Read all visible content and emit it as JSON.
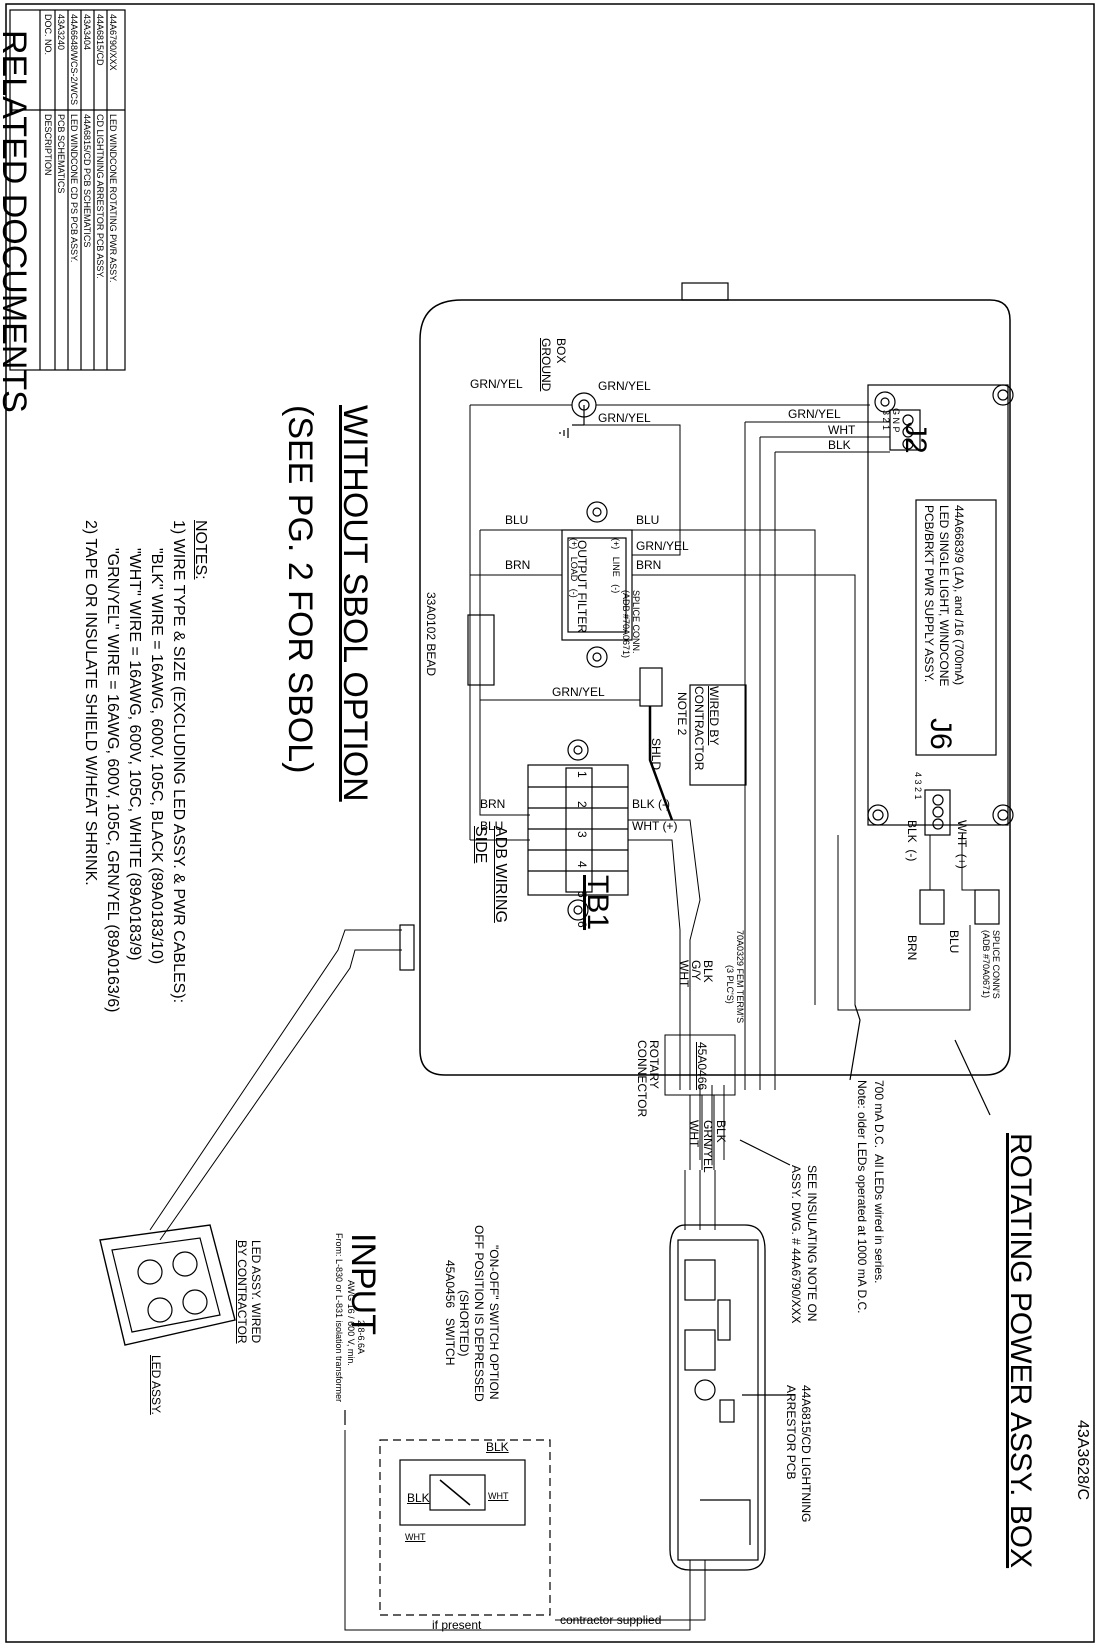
{
  "related_documents": {
    "title": "RELATED DOCUMENTS",
    "header_doc": "DOC. NO.",
    "header_desc": "DESCRIPTION",
    "rows": [
      {
        "doc": "44A6790/XXX",
        "desc": "LED WINDCONE ROTATING PWR ASSY."
      },
      {
        "doc": "44A6815/CD",
        "desc": "CD LIGHTNING ARRESTOR PCB ASSY."
      },
      {
        "doc": "43A3404",
        "desc": "44A6815/CD PCB SCHEMATICS"
      },
      {
        "doc": "44A6648/WCS-2/WCS",
        "desc": "LED WINDCONE CD PS PCB ASSY."
      },
      {
        "doc": "43A3240",
        "desc": "PCB SCHEMATICS"
      }
    ]
  },
  "headings": {
    "without_sbol": "WITHOUT SBOL OPTION",
    "see_pg2": "(SEE PG. 2 FOR SBOL)",
    "box_title": "ROTATING POWER ASSY. BOX",
    "input": "INPUT",
    "drawing_no": "43A3628/C"
  },
  "notes": {
    "title": "NOTES:",
    "lines": [
      "1) WIRE TYPE & SIZE (EXCLUDING LED ASSY. & PWR CABLES):",
      "\"BLK\" WIRE = 16AWG, 600V, 105C, BLACK (89A0183/10)",
      "\"WHT\" WIRE = 16AWG, 600V, 105C, WHITE (89A0183/9)",
      "\"GRN/YEL\" WIRE = 16AWG, 600V, 105C, GRN/YEL (89A0163/6)",
      "2) TAPE OR INSULATE SHIELD W/HEAT SHRINK."
    ]
  },
  "labels": {
    "box_ground_1": "BOX",
    "box_ground_2": "GROUND",
    "grnyel": "GRN/YEL",
    "blu": "BLU",
    "brn": "BRN",
    "blk": "BLK",
    "wht": "WHT",
    "blk_neg": "BLK (-)",
    "wht_pos": "WHT (+)",
    "blk_neg_v": "BLK  (-)",
    "wht_pos_v": "WHT  (+)",
    "gy": "G/Y",
    "j2": "J2",
    "j2_pins": "G N P",
    "j2_nums": "3 2 1",
    "j6": "J6",
    "j6_nums": "4 3 2 1",
    "pcb_1": "44A6683/9 (1A), and /16 (700mA)",
    "pcb_2": "LED SINGLE LIGHT, WINDCONE",
    "pcb_3": "PCB/BRKT PWR SUPPLY ASSY.",
    "output_filter": "OUTPUT FILTER",
    "filter_load": "(+)   LOAD   (-)",
    "filter_line": "(+)   LINE   (-)",
    "splice_1": "SPLICE CONN.",
    "splice_2": "(ADB #70A0671)",
    "wired_by_1": "WIRED BY",
    "wired_by_2": "CONTRACTOR",
    "note2": "NOTE 2",
    "shld": "SHLD",
    "bead": "33A0102 BEAD",
    "tb_nums": "1 2 3 4 5 6",
    "tb1": "TB1",
    "adb_1": "ADB WIRING",
    "adb_2": "SIDE",
    "splice_conns_1": "SPLICE CONN'S",
    "splice_conns_2": "(ADB #70A0671)",
    "fem_1": "70A0329 FEM TERM'S",
    "fem_2": "(3 PLC'S)",
    "rot_conn_no": "45A0466",
    "rot_conn_1": "ROTARY",
    "rot_conn_2": "CONNECTOR",
    "led_note_1": "700 mA D.C.  All LEDs wired in series.",
    "led_note_2": "Note: older LEDs operated at 1000 mA D.C.",
    "insul_1": "SEE INSULATING NOTE ON",
    "insul_2": "ASSY. DWG. # 44A6790/XXX",
    "arrestor_1": "44A6815/CD LIGHTNING",
    "arrestor_2": "ARRESTOR PCB",
    "led_assy_wired_1": "LED ASSY. WIRED",
    "led_assy_wired_2": "BY CONTRACTOR",
    "led_assy": "LED ASSY.",
    "input_awg": "AWG 16 / 600 V, min.",
    "input_amps": "2.8-6.6A",
    "input_from": "From: L-830 or L-831 isolation transformer",
    "switch_1": "\"ON-OFF\" SWITCH OPTION",
    "switch_2": "OFF POSITION IS DEPRESSED",
    "switch_3": "(SHORTED)",
    "switch_4": "45A0456   SWITCH",
    "if_present": "if present",
    "contractor_supplied": "contractor supplied"
  }
}
